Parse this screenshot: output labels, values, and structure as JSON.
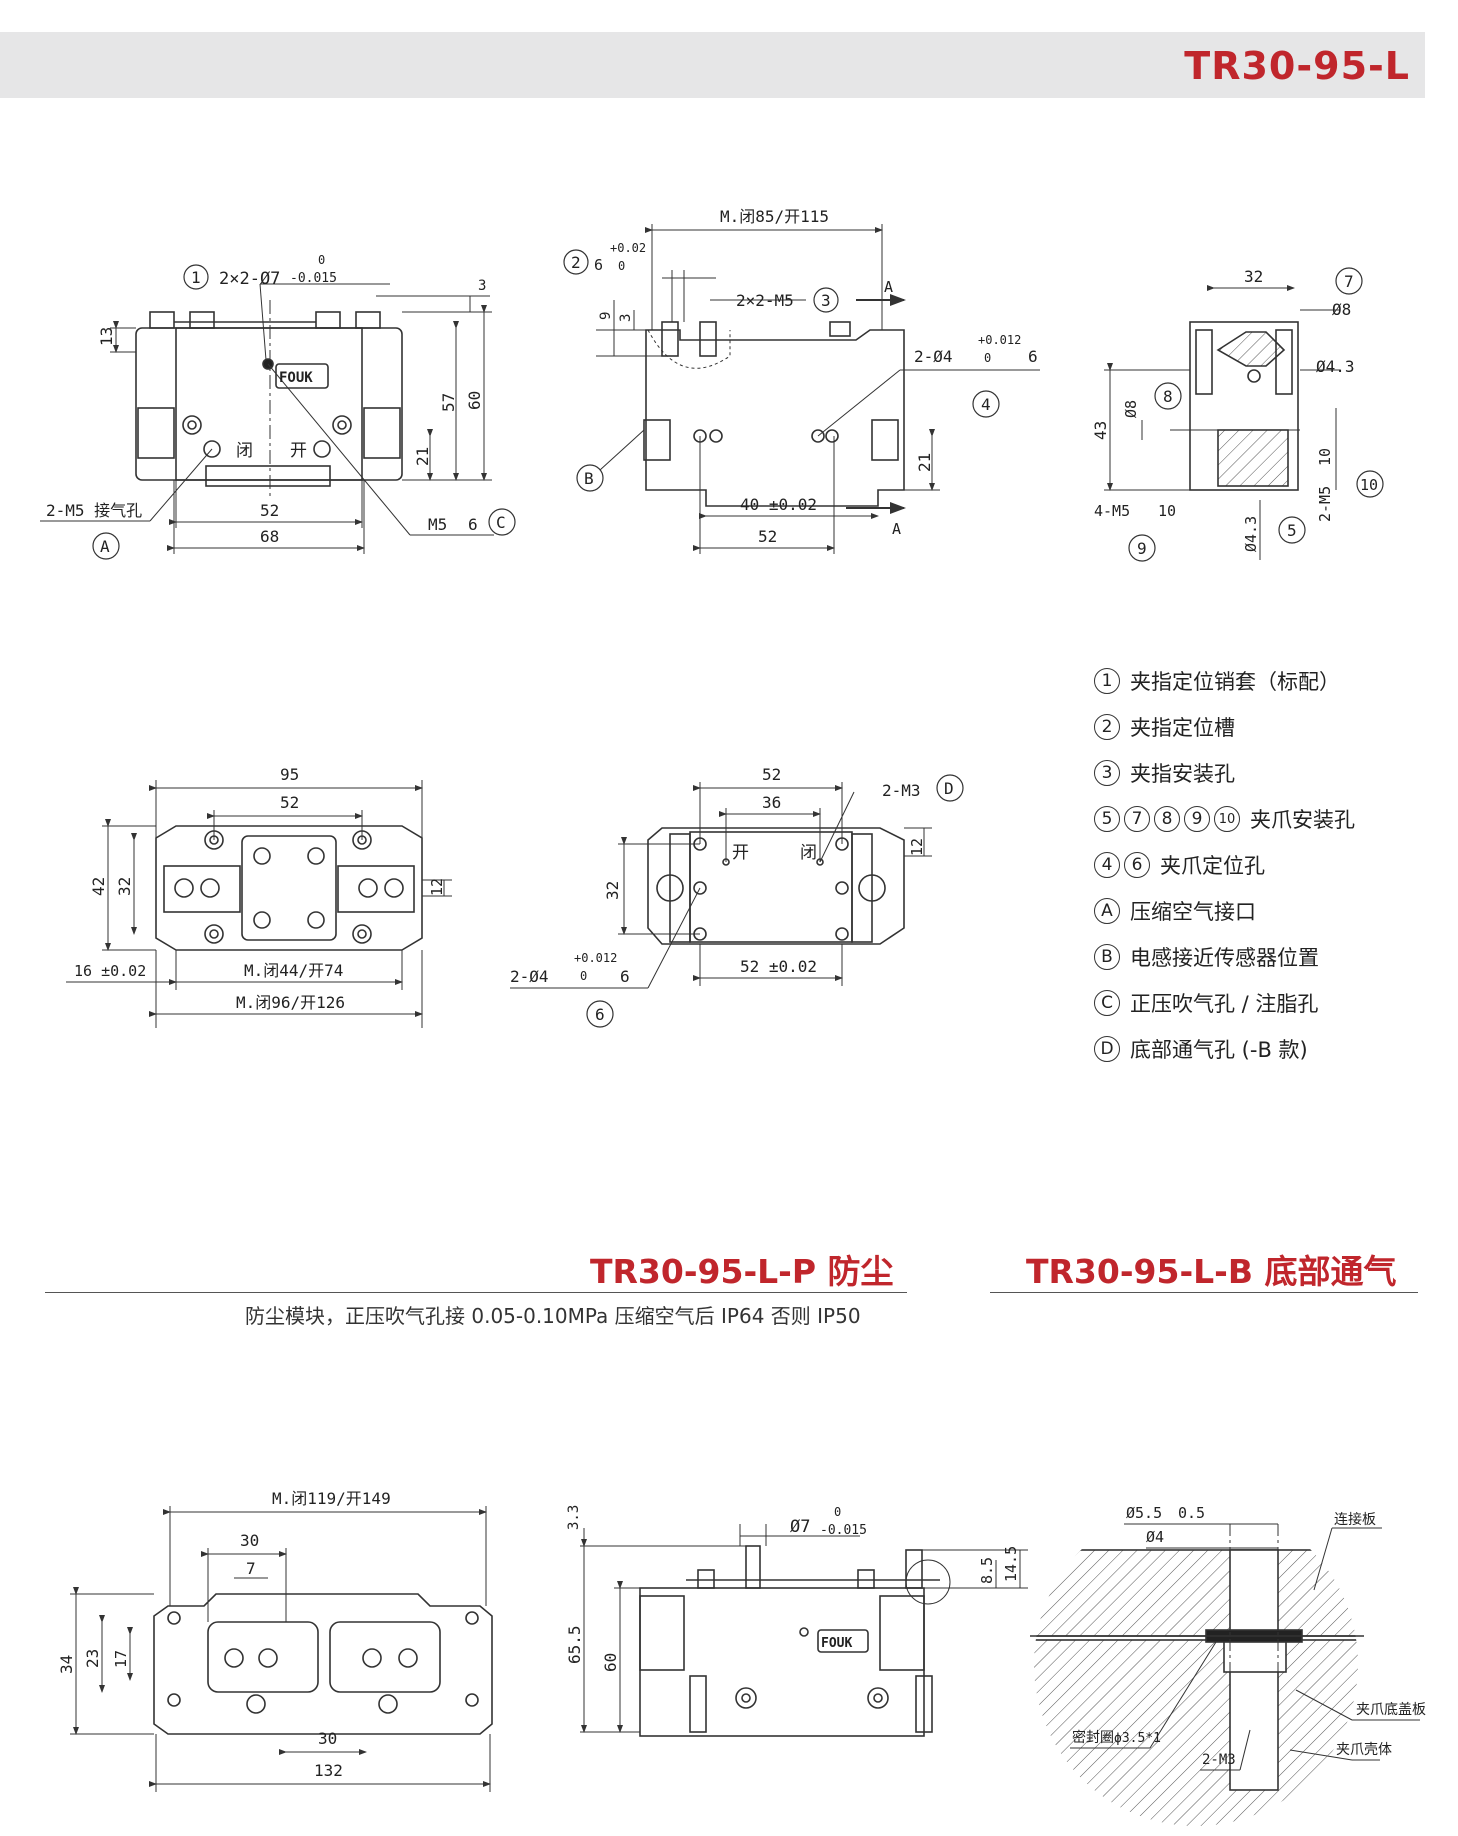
{
  "header": {
    "title": "TR30-95-L"
  },
  "legend": [
    {
      "marks": [
        "1"
      ],
      "label": "夹指定位销套（标配）"
    },
    {
      "marks": [
        "2"
      ],
      "label": "夹指定位槽"
    },
    {
      "marks": [
        "3"
      ],
      "label": "夹指安装孔"
    },
    {
      "marks": [
        "5",
        "7",
        "8",
        "9",
        "10"
      ],
      "label": "夹爪安装孔"
    },
    {
      "marks": [
        "4",
        "6"
      ],
      "label": "夹爪定位孔"
    },
    {
      "marks": [
        "A"
      ],
      "label": "压缩空气接口"
    },
    {
      "marks": [
        "B"
      ],
      "label": "电感接近传感器位置"
    },
    {
      "marks": [
        "C"
      ],
      "label": "正压吹气孔 / 注脂孔"
    },
    {
      "marks": [
        "D"
      ],
      "label": "底部通气孔 (-B 款)"
    }
  ],
  "sections": {
    "p_title": "TR30-95-L-P 防尘",
    "p_note": "防尘模块，正压吹气孔接 0.05-0.10MPa 压缩空气后 IP64 否则 IP50",
    "b_title": "TR30-95-L-B 底部通气"
  },
  "view_front": {
    "d_pin": "2×2-Ø7",
    "d_pin_tol_up": "0",
    "d_pin_tol_lo": "-0.015",
    "d_3": "3",
    "d_13": "13",
    "d_57": "57",
    "d_60": "60",
    "d_21": "21",
    "d_52": "52",
    "d_68": "68",
    "port_a": "2-M5 接气孔",
    "port_c": "M5",
    "port_c_depth": "6",
    "close_label": "闭",
    "open_label": "开",
    "logo": "FOUK"
  },
  "view_side": {
    "d_stroke": "M.闭85/开115",
    "d_slot": "6",
    "d_slot_tol_up": "+0.02",
    "d_slot_tol_lo": "0",
    "d_9": "9",
    "d_3": "3",
    "d_holes": "2×2-M5",
    "d_pin": "2-Ø4",
    "d_pin_tol_up": "+0.012",
    "d_pin_tol_lo": "0",
    "d_pin_depth": "6",
    "d_21": "21",
    "d_40": "40 ±0.02",
    "d_52": "52",
    "section_a": "A"
  },
  "view_section": {
    "d_32": "32",
    "d_8": "Ø8",
    "d_43dia": "Ø4.3",
    "d_43": "43",
    "d_8b": "Ø8",
    "d_m5_side": "2-M5",
    "d_10": "10",
    "d_4m5": "4-M5",
    "d_4m5_depth": "10",
    "d_43b": "Ø4.3"
  },
  "view_top": {
    "d_95": "95",
    "d_52": "52",
    "d_42": "42",
    "d_32": "32",
    "d_12": "12",
    "d_16": "16 ±0.02",
    "d_m44": "M.闭44/开74",
    "d_m96": "M.闭96/开126"
  },
  "view_bottom": {
    "d_52": "52",
    "d_36": "36",
    "d_m3": "2-M3",
    "d_12": "12",
    "d_32": "32",
    "d_pin": "2-Ø4",
    "d_pin_tol_up": "+0.012",
    "d_pin_tol_lo": "0",
    "d_pin_depth": "6",
    "d_52b": "52 ±0.02",
    "open_label": "开",
    "close_label": "闭"
  },
  "view_p_top": {
    "d_m119": "M.闭119/开149",
    "d_30": "30",
    "d_7": "7",
    "d_34": "34",
    "d_23": "23",
    "d_17": "17",
    "d_30b": "30",
    "d_132": "132"
  },
  "view_p_front": {
    "d_33": "3.3",
    "d_pin": "Ø7",
    "d_pin_tol_up": "0",
    "d_pin_tol_lo": "-0.015",
    "d_85": "8.5",
    "d_145": "14.5",
    "d_655": "65.5",
    "d_60": "60",
    "logo": "FOUK"
  },
  "view_b_detail": {
    "d_55": "Ø5.5",
    "d_55_depth": "0.5",
    "d_4": "Ø4",
    "connect_plate": "连接板",
    "seal": "密封圈",
    "seal_size": "ϕ3.5*1",
    "cover_plate": "夹爪底盖板",
    "housing": "夹爪壳体",
    "m3": "2-M3"
  },
  "colors": {
    "accent": "#c0262c",
    "band": "#e6e6e7",
    "line": "#333333"
  }
}
